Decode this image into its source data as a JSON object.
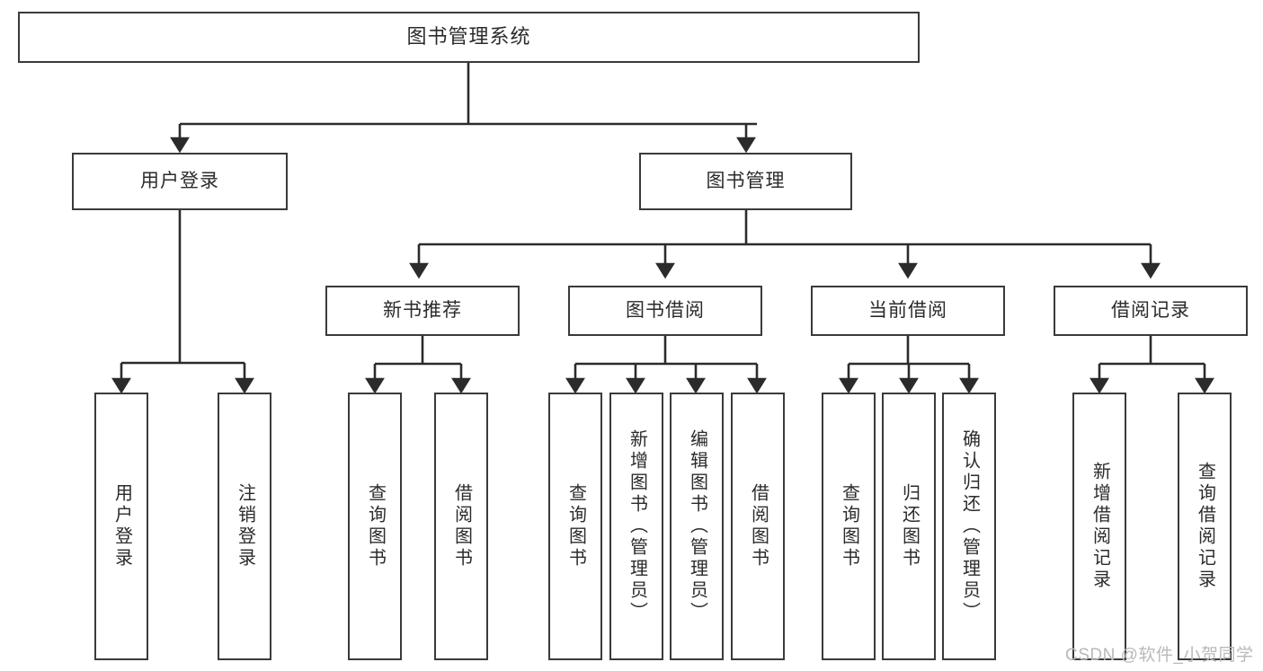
{
  "diagram": {
    "title": "图书管理系统",
    "type": "tree",
    "watermark": "CSDN @软件_小贺同学",
    "colors": {
      "box_border": "#3a3a3a",
      "box_fill": "#ffffff",
      "edge": "#2b2b2b",
      "text": "#2b2b2b",
      "watermark": "#b9b9b9",
      "background": "#ffffff"
    },
    "root": {
      "label": "图书管理系统"
    },
    "level1": [
      {
        "label": "用户登录"
      },
      {
        "label": "图书管理"
      }
    ],
    "level2": [
      {
        "label": "新书推荐"
      },
      {
        "label": "图书借阅"
      },
      {
        "label": "当前借阅"
      },
      {
        "label": "借阅记录"
      }
    ],
    "leaves": {
      "user_login": [
        {
          "label": "用户登录"
        },
        {
          "label": "注销登录"
        }
      ],
      "new_book_recommend": [
        {
          "label": "查询图书"
        },
        {
          "label": "借阅图书"
        }
      ],
      "book_borrow": [
        {
          "label": "查询图书"
        },
        {
          "label": "新增图书（管理员）"
        },
        {
          "label": "编辑图书（管理员）"
        },
        {
          "label": "借阅图书"
        }
      ],
      "current_borrow": [
        {
          "label": "查询图书"
        },
        {
          "label": "归还图书"
        },
        {
          "label": "确认归还（管理员）"
        }
      ],
      "borrow_record": [
        {
          "label": "新增借阅记录"
        },
        {
          "label": "查询借阅记录"
        }
      ]
    }
  }
}
